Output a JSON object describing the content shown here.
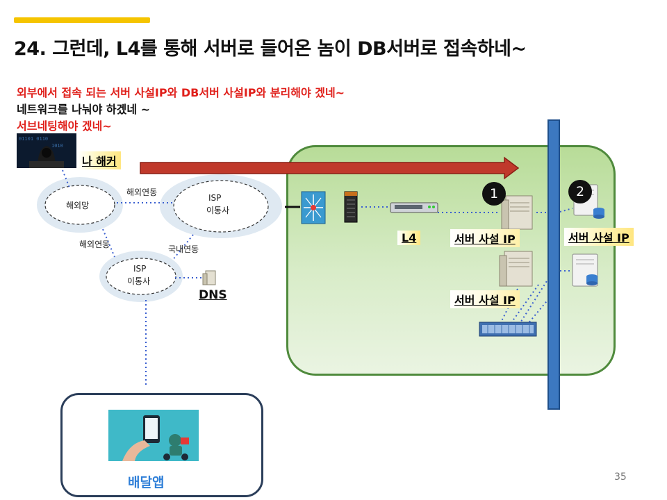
{
  "slide": {
    "title": "24. 그런데, L4를 통해 서버로 들어온 놈이 DB서버로 접속하네~",
    "page_number": "35"
  },
  "notes": {
    "line1": "외부에서 접속 되는 서버 사설IP와 DB서버 사설IP와 분리해야 겠네~",
    "line2": "네트워크를 나눠야 하겠네 ~",
    "line3": "서브네팅해야 겠네~"
  },
  "hacker": {
    "label": "나 해커"
  },
  "clouds": {
    "overseas": "해외망",
    "isp_top_line1": "ISP",
    "isp_top_line2": "이통사",
    "isp_bottom_line1": "ISP",
    "isp_bottom_line2": "이통사"
  },
  "links": {
    "overseas_to_isp": "해외연동",
    "overseas_to_isp2": "해외연동",
    "domestic": "국내연동"
  },
  "dns": {
    "label": "DNS"
  },
  "network": {
    "l4_label": "L4",
    "server1_label": "서버 사설 IP",
    "server2_label": "서버 사설 IP",
    "db_label": "서버 사설 IP",
    "badge1": "1",
    "badge2": "2"
  },
  "app": {
    "label": "배달앱"
  },
  "colors": {
    "accent": "#f5c400",
    "red_text": "#e0201b",
    "network_green": "#b8dc98",
    "bus_blue": "#3c78c0",
    "arrow_red": "#c0392b",
    "app_blue": "#2f7fd8"
  }
}
